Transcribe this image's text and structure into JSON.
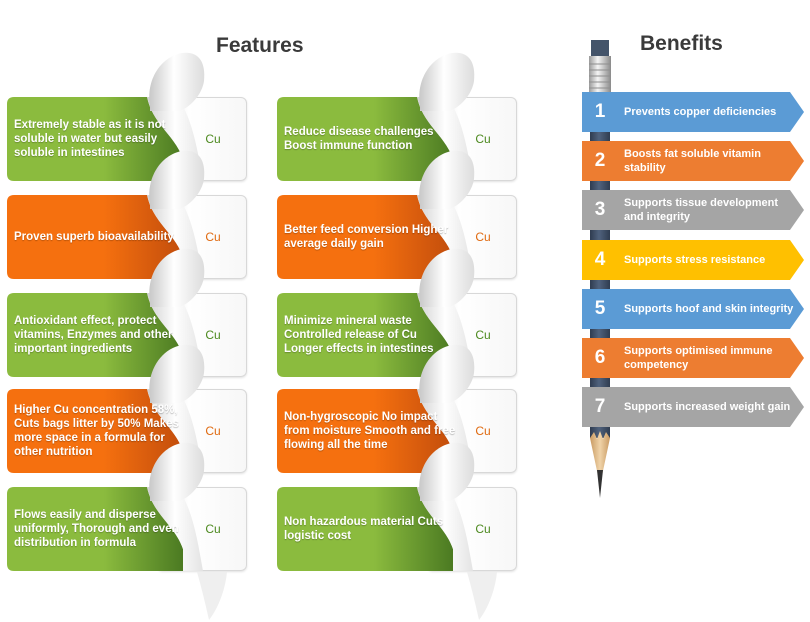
{
  "features": {
    "title": "Features",
    "element_label": "Cu",
    "left_column": [
      {
        "text": "Extremely stable as it is not soluble in water but easily soluble in intestines",
        "color": "green"
      },
      {
        "text": "Proven superb bioavailability",
        "color": "orange"
      },
      {
        "text": "Antioxidant effect, protect vitamins, Enzymes and other important ingredients",
        "color": "green"
      },
      {
        "text": "Higher Cu concentration 58%, Cuts bags litter by 50% Makes more space in a formula for other nutrition",
        "color": "orange"
      },
      {
        "text": "Flows easily and disperse uniformly, Thorough and even distribution in formula",
        "color": "green"
      }
    ],
    "right_column": [
      {
        "text": "Reduce disease challenges Boost immune function",
        "color": "green"
      },
      {
        "text": "Better feed conversion Higher average daily gain",
        "color": "orange"
      },
      {
        "text": "Minimize mineral waste Controlled release of Cu Longer effects in intestines",
        "color": "green"
      },
      {
        "text": "Non-hygroscopic No impact from moisture Smooth and free flowing all the time",
        "color": "orange"
      },
      {
        "text": "Non hazardous material Cuts logistic cost",
        "color": "green"
      }
    ]
  },
  "benefits": {
    "title": "Benefits",
    "items": [
      {
        "num": "1",
        "text": "Prevents copper deficiencies",
        "color": "#5b9bd5"
      },
      {
        "num": "2",
        "text": "Boosts fat soluble vitamin stability",
        "color": "#ed7d31"
      },
      {
        "num": "3",
        "text": "Supports tissue development and integrity",
        "color": "#a5a5a5"
      },
      {
        "num": "4",
        "text": "Supports stress resistance",
        "color": "#ffc000"
      },
      {
        "num": "5",
        "text": "Supports hoof and skin integrity",
        "color": "#5b9bd5"
      },
      {
        "num": "6",
        "text": "Supports optimised immune competency",
        "color": "#ed7d31"
      },
      {
        "num": "7",
        "text": "Supports increased weight gain",
        "color": "#a5a5a5"
      }
    ]
  },
  "colors": {
    "green_light": "#8bbb3e",
    "green_dark": "#4b7a22",
    "orange_light": "#f5700f",
    "orange_dark": "#c24d0c",
    "green_text": "#4d8a1f",
    "orange_text": "#e06a10",
    "pencil_body": "#44546a",
    "pencil_wood": "#e3bb8a",
    "title": "#3a3a3a"
  }
}
